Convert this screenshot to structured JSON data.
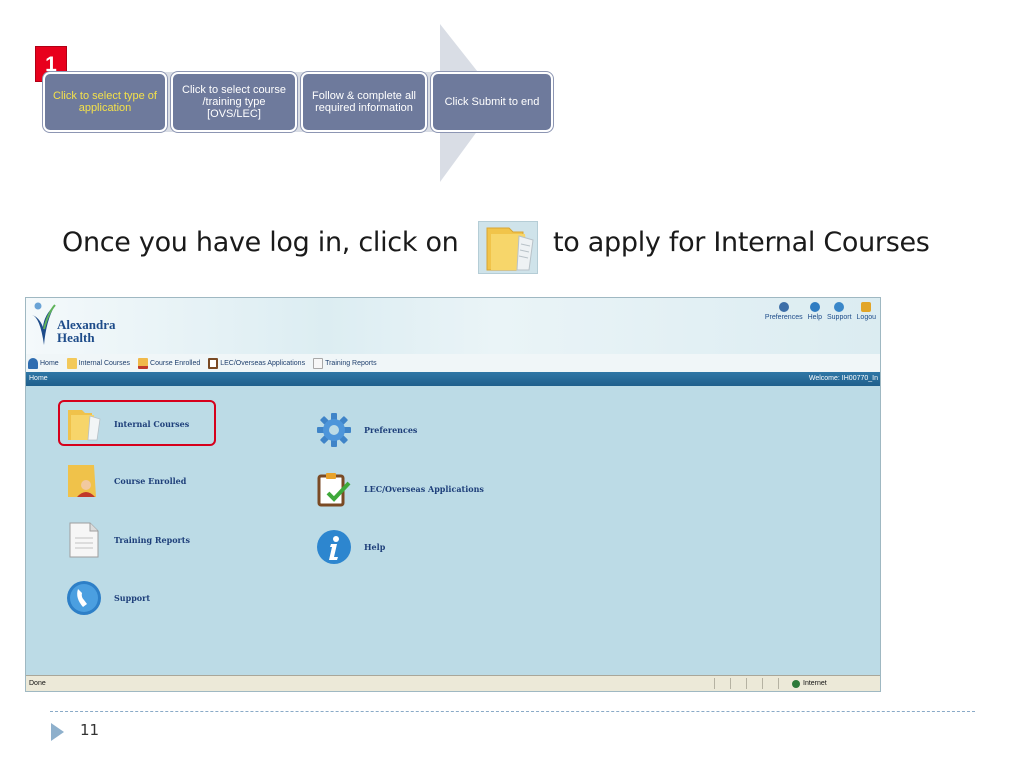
{
  "process": {
    "step_number": "1",
    "steps": [
      "Click to select type of application",
      "Click to select course /training type [OVS/LEC]",
      "Follow & complete all required information",
      "Click Submit to end"
    ]
  },
  "instruction": {
    "before": "Once you have log in, click on",
    "after": "to apply for Internal Courses"
  },
  "screen": {
    "logo": {
      "line1": "Alexandra",
      "line2": "Health"
    },
    "top_links": [
      "Preferences",
      "Help",
      "Support",
      "Logou"
    ],
    "nav": [
      "Home",
      "Internal Courses",
      "Course Enrolled",
      "LEC/Overseas Applications",
      "Training Reports"
    ],
    "breadcrumb": "Home",
    "welcome": "Welcome: IH00770_In",
    "menu_left": [
      "Internal Courses",
      "Course Enrolled",
      "Training Reports",
      "Support"
    ],
    "menu_right": [
      "Preferences",
      "LEC/Overseas Applications",
      "Help"
    ],
    "status_left": "Done",
    "status_right": "Internet"
  },
  "footer": {
    "page_number": "11"
  },
  "colors": {
    "step_box": "#6e7a9c",
    "active_step_text": "#f4e14a",
    "highlight": "#d6001c",
    "menu_label": "#1e3f7a"
  }
}
